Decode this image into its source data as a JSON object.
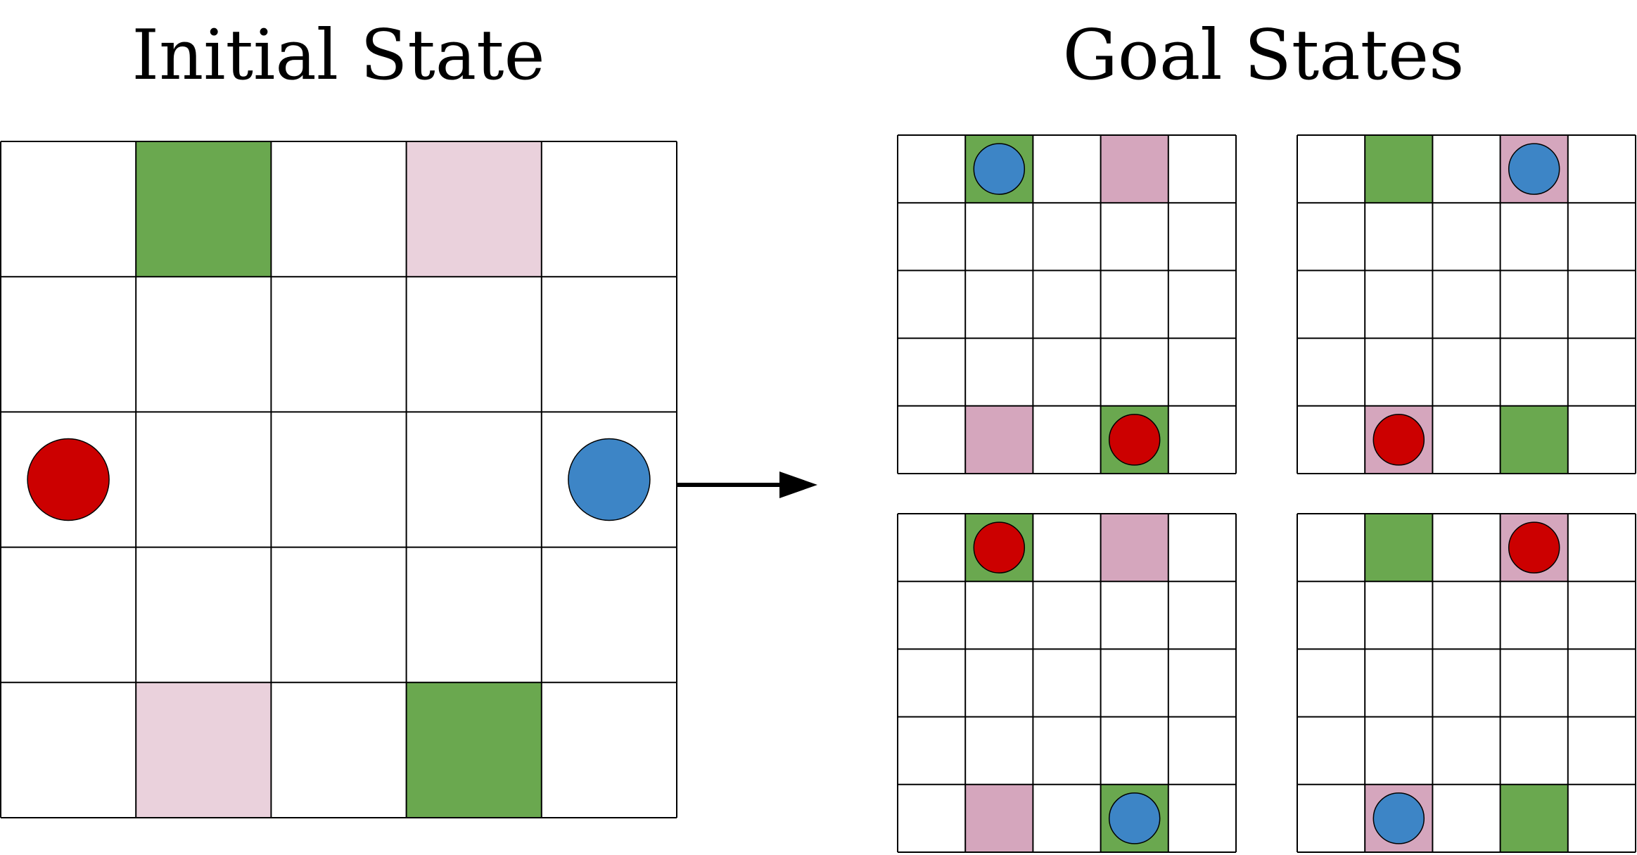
{
  "titles": {
    "initial": "Initial State",
    "goal": "Goal States"
  },
  "colors": {
    "background": "#ffffff",
    "grid_line": "#000000",
    "green_cell": "#6aa84f",
    "pink_cell_light": "#ead1dc",
    "pink_cell": "#d5a6bd",
    "red_agent": "#cc0000",
    "blue_agent": "#3d85c6",
    "arrow": "#000000"
  },
  "grid_size": 5,
  "initial_state": {
    "cells": [
      {
        "row": 0,
        "col": 1,
        "color": "green"
      },
      {
        "row": 0,
        "col": 3,
        "color": "pink_light"
      },
      {
        "row": 4,
        "col": 1,
        "color": "pink_light"
      },
      {
        "row": 4,
        "col": 3,
        "color": "green"
      }
    ],
    "agents": [
      {
        "row": 2,
        "col": 0,
        "color": "red"
      },
      {
        "row": 2,
        "col": 4,
        "color": "blue"
      }
    ]
  },
  "goal_states": [
    {
      "cells": [
        {
          "row": 0,
          "col": 1,
          "color": "green"
        },
        {
          "row": 0,
          "col": 3,
          "color": "pink"
        },
        {
          "row": 4,
          "col": 1,
          "color": "pink"
        },
        {
          "row": 4,
          "col": 3,
          "color": "green"
        }
      ],
      "agents": [
        {
          "row": 0,
          "col": 1,
          "color": "blue"
        },
        {
          "row": 4,
          "col": 3,
          "color": "red"
        }
      ]
    },
    {
      "cells": [
        {
          "row": 0,
          "col": 1,
          "color": "green"
        },
        {
          "row": 0,
          "col": 3,
          "color": "pink"
        },
        {
          "row": 4,
          "col": 1,
          "color": "pink"
        },
        {
          "row": 4,
          "col": 3,
          "color": "green"
        }
      ],
      "agents": [
        {
          "row": 0,
          "col": 3,
          "color": "blue"
        },
        {
          "row": 4,
          "col": 1,
          "color": "red"
        }
      ]
    },
    {
      "cells": [
        {
          "row": 0,
          "col": 1,
          "color": "green"
        },
        {
          "row": 0,
          "col": 3,
          "color": "pink"
        },
        {
          "row": 4,
          "col": 1,
          "color": "pink"
        },
        {
          "row": 4,
          "col": 3,
          "color": "green"
        }
      ],
      "agents": [
        {
          "row": 0,
          "col": 1,
          "color": "red"
        },
        {
          "row": 4,
          "col": 3,
          "color": "blue"
        }
      ]
    },
    {
      "cells": [
        {
          "row": 0,
          "col": 1,
          "color": "green"
        },
        {
          "row": 0,
          "col": 3,
          "color": "pink"
        },
        {
          "row": 4,
          "col": 1,
          "color": "pink"
        },
        {
          "row": 4,
          "col": 3,
          "color": "green"
        }
      ],
      "agents": [
        {
          "row": 0,
          "col": 3,
          "color": "red"
        },
        {
          "row": 4,
          "col": 1,
          "color": "blue"
        }
      ]
    }
  ]
}
